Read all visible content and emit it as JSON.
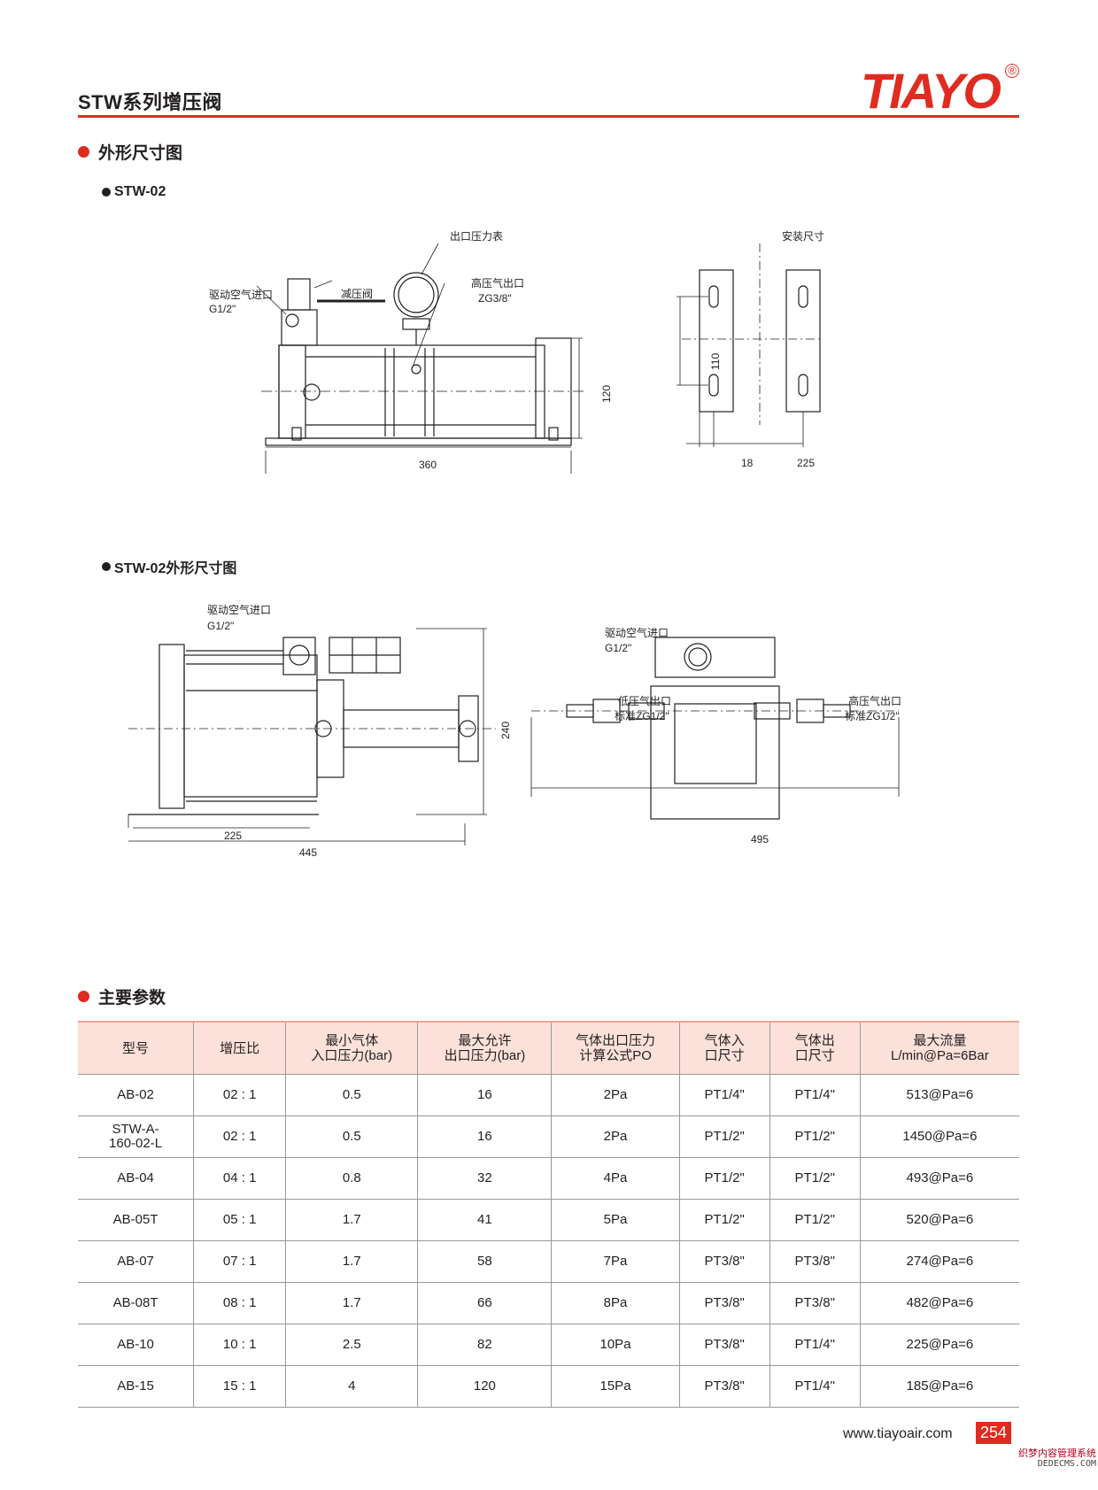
{
  "header": {
    "title": "STW系列增压阀",
    "logo": "TIAYO",
    "logo_mark": "®"
  },
  "sections": {
    "outline": "外形尺寸图",
    "stw02": "STW-02",
    "stw02_outline": "STW-02外形尺寸图",
    "params": "主要参数"
  },
  "figure1": {
    "labels": {
      "outlet_gauge": "出口压力表",
      "drive_air_inlet": "驱动空气进口",
      "drive_air_inlet_size": "G1/2\"",
      "reducing_valve": "减压阀",
      "hp_outlet": "高压气出口",
      "hp_outlet_size": "ZG3/8\"",
      "install_size": "安装尺寸"
    },
    "dims": {
      "length": "360",
      "height": "120",
      "slot_pitch": "110",
      "edge": "18",
      "width": "225"
    }
  },
  "figure2": {
    "labels": {
      "drive_air_inlet": "驱动空气进口",
      "drive_air_inlet_size": "G1/2\"",
      "lp_outlet": "低压气出口",
      "lp_outlet_size": "标准ZG1/2\"",
      "hp_outlet": "高压气出口",
      "hp_outlet_size": "标准ZG1/2\""
    },
    "dims": {
      "base": "225",
      "length": "445",
      "height": "240",
      "side_length": "495"
    }
  },
  "table": {
    "headers": [
      [
        "型号"
      ],
      [
        "增压比"
      ],
      [
        "最小气体",
        "入口压力(bar)"
      ],
      [
        "最大允许",
        "出口压力(bar)"
      ],
      [
        "气体出口压力",
        "计算公式PO"
      ],
      [
        "气体入",
        "口尺寸"
      ],
      [
        "气体出",
        "口尺寸"
      ],
      [
        "最大流量",
        "L/min@Pa=6Bar"
      ]
    ],
    "rows": [
      [
        "AB-02",
        "02 : 1",
        "0.5",
        "16",
        "2Pa",
        "PT1/4\"",
        "PT1/4\"",
        "513@Pa=6"
      ],
      [
        "STW-A-\n160-02-L",
        "02 : 1",
        "0.5",
        "16",
        "2Pa",
        "PT1/2\"",
        "PT1/2\"",
        "1450@Pa=6"
      ],
      [
        "AB-04",
        "04 : 1",
        "0.8",
        "32",
        "4Pa",
        "PT1/2\"",
        "PT1/2\"",
        "493@Pa=6"
      ],
      [
        "AB-05T",
        "05 : 1",
        "1.7",
        "41",
        "5Pa",
        "PT1/2\"",
        "PT1/2\"",
        "520@Pa=6"
      ],
      [
        "AB-07",
        "07 : 1",
        "1.7",
        "58",
        "7Pa",
        "PT3/8\"",
        "PT3/8\"",
        "274@Pa=6"
      ],
      [
        "AB-08T",
        "08 : 1",
        "1.7",
        "66",
        "8Pa",
        "PT3/8\"",
        "PT3/8\"",
        "482@Pa=6"
      ],
      [
        "AB-10",
        "10 : 1",
        "2.5",
        "82",
        "10Pa",
        "PT3/8\"",
        "PT1/4\"",
        "225@Pa=6"
      ],
      [
        "AB-15",
        "15 : 1",
        "4",
        "120",
        "15Pa",
        "PT3/8\"",
        "PT1/4\"",
        "185@Pa=6"
      ]
    ]
  },
  "footer": {
    "url": "www.tiayoair.com",
    "page": "254",
    "watermark_line1": "织梦内容管理系统",
    "watermark_line2": "DEDECMS.COM"
  },
  "colors": {
    "accent": "#e02b20",
    "table_header_bg": "#fbe1d9",
    "text": "#231f20"
  }
}
